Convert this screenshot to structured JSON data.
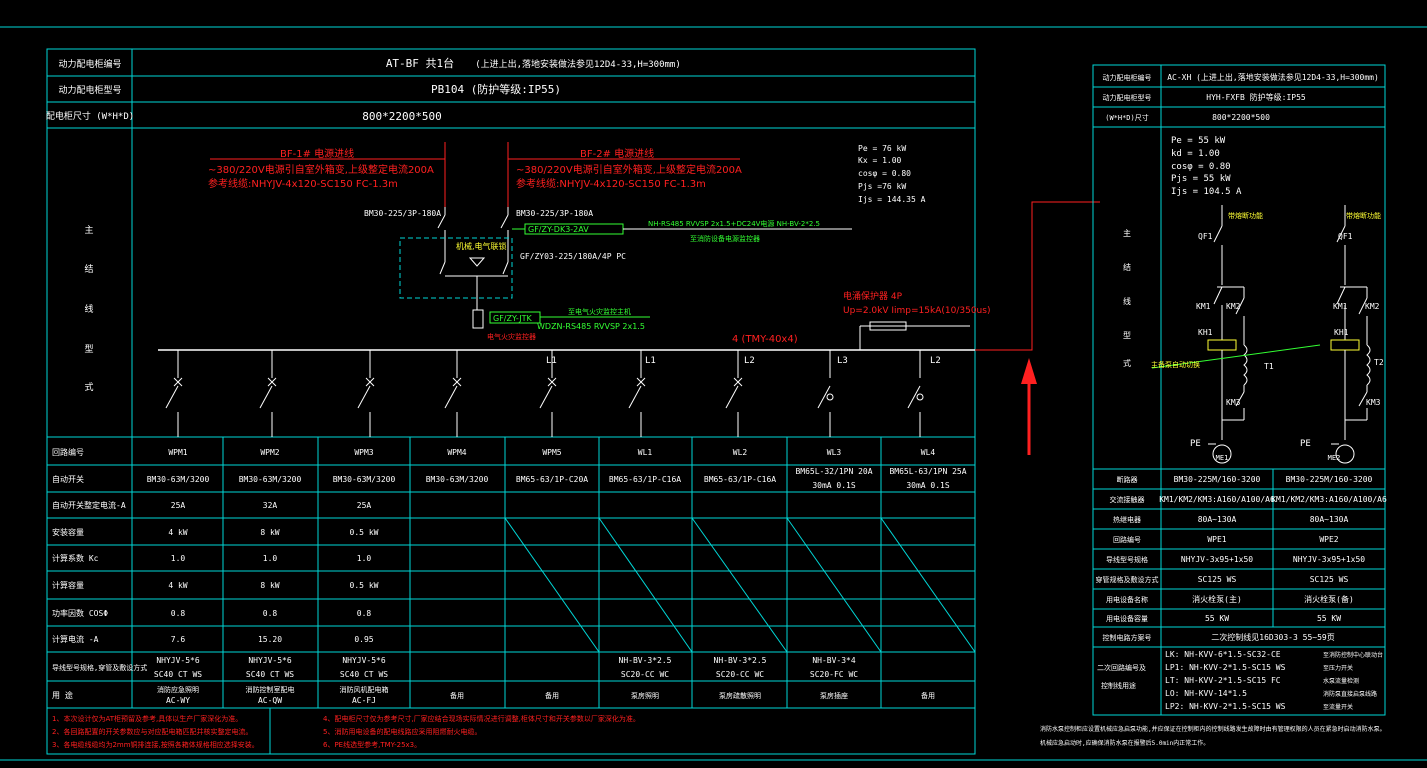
{
  "colors": {
    "background": "#000000",
    "line": "#00d6d6",
    "text": "#ffffff",
    "red": "#ff2020",
    "green": "#33ff33",
    "yellow": "#ffff33",
    "arrow": "#ff2020"
  },
  "left": {
    "header_rows": [
      {
        "label": "动力配电柜编号",
        "value": "AT-BF 共1台",
        "note": "(上进上出,落地安装做法参见12D4-33,H=300mm)"
      },
      {
        "label": "动力配电柜型号",
        "value": "PB104 (防护等级:IP55)"
      },
      {
        "label": "配电柜尺寸 (W*H*D)",
        "value": "800*2200*500"
      }
    ],
    "main_label": [
      "主",
      "结",
      "线",
      "型",
      "式"
    ],
    "feed1": {
      "title": "BF-1# 电源进线",
      "l1": "~380/220V电源引自室外箱变,上级整定电流200A",
      "l2": "参考线缆:NHYJV-4x120-SC150  FC-1.3m",
      "breaker": "BM30-225/3P-180A"
    },
    "feed2": {
      "title": "BF-2# 电源进线",
      "l1": "~380/220V电源引自室外箱变,上级整定电流200A",
      "l2": "参考线缆:NHYJV-4x120-SC150  FC-1.3m",
      "breaker": "BM30-225/3P-180A"
    },
    "ats": {
      "label": "机械,电气联锁",
      "model": "GF/ZY03-225/180A/4P  PC"
    },
    "monitor": {
      "model": "GF/ZY-DK3-2AV",
      "cable": "NH-RS485 RVVSP 2x1.5+DC24V电源 NH-BV-2*2.5",
      "note": "至消防设备电源监控器"
    },
    "jtk": {
      "model": "GF/ZY-JTK",
      "cable": "WDZN-RS485 RVVSP 2x1.5",
      "note": "至电气火灾监控主机",
      "note2": "电气火灾监控器"
    },
    "spd": {
      "title": "电涌保护器 4P",
      "spec": "Up=2.0kV Iimp=15kA(10/350us)"
    },
    "busbar": "4 (TMY-40x4)",
    "params": [
      "Pe = 76 kW",
      "Kx = 1.00",
      "cosφ = 0.80",
      "Pjs =76 kW",
      "Ijs = 144.35 A"
    ],
    "phases": [
      "L1",
      "L1",
      "L2",
      "L3",
      "L2"
    ],
    "row_labels": [
      "回路编号",
      "自动开关",
      "自动开关整定电流-A",
      "安装容量",
      "计算系数  Kc",
      "计算容量",
      "功率因数  COSΦ",
      "计算电流  -A",
      "导线型号规格,穿管及敷设方式",
      "用  途"
    ],
    "columns": [
      {
        "id": "WPM1",
        "breaker": "BM30-63M/3200",
        "current": "25A",
        "cap": "4 kW",
        "kc": "1.0",
        "pjs": "4 kW",
        "cos": "0.8",
        "ijs": "7.6",
        "cable1": "NHYJV-5*6",
        "cable2": "SC40  CT WS",
        "use1": "消防应急照明",
        "use2": "AC-WY"
      },
      {
        "id": "WPM2",
        "breaker": "BM30-63M/3200",
        "current": "32A",
        "cap": "8 kW",
        "kc": "1.0",
        "pjs": "8 kW",
        "cos": "0.8",
        "ijs": "15.20",
        "cable1": "NHYJV-5*6",
        "cable2": "SC40  CT WS",
        "use1": "消防控制室配电",
        "use2": "AC-QW"
      },
      {
        "id": "WPM3",
        "breaker": "BM30-63M/3200",
        "current": "25A",
        "cap": "0.5 kW",
        "kc": "1.0",
        "pjs": "0.5 kW",
        "cos": "0.8",
        "ijs": "0.95",
        "cable1": "NHYJV-5*6",
        "cable2": "SC40  CT WS",
        "use1": "消防风机配电箱",
        "use2": "AC-FJ"
      },
      {
        "id": "WPM4",
        "breaker": "BM30-63M/3200",
        "current": "",
        "cap": "",
        "kc": "",
        "pjs": "",
        "cos": "",
        "ijs": "",
        "cable1": "",
        "cable2": "",
        "use1": "备用",
        "use2": ""
      },
      {
        "id": "WPM5",
        "breaker": "BM65-63/1P-C20A",
        "current": "",
        "cap": "",
        "kc": "",
        "pjs": "",
        "cos": "",
        "ijs": "",
        "cable1": "",
        "cable2": "",
        "use1": "备用",
        "use2": ""
      },
      {
        "id": "WL1",
        "breaker": "BM65-63/1P-C16A",
        "current": "",
        "cap": "",
        "kc": "",
        "pjs": "",
        "cos": "",
        "ijs": "",
        "cable1": "NH-BV-3*2.5",
        "cable2": "SC20-CC WC",
        "use1": "泵房照明",
        "use2": ""
      },
      {
        "id": "WL2",
        "breaker": "BM65-63/1P-C16A",
        "current": "",
        "cap": "",
        "kc": "",
        "pjs": "",
        "cos": "",
        "ijs": "",
        "cable1": "NH-BV-3*2.5",
        "cable2": "SC20-CC WC",
        "use1": "泵房疏散照明",
        "use2": ""
      },
      {
        "id": "WL3",
        "breaker": "BM65L-32/1PN 20A",
        "breaker2": "30mA 0.1S",
        "current": "",
        "cap": "",
        "kc": "",
        "pjs": "",
        "cos": "",
        "ijs": "",
        "cable1": "NH-BV-3*4",
        "cable2": "SC20-FC WC",
        "use1": "泵房插座",
        "use2": ""
      },
      {
        "id": "WL4",
        "breaker": "BM65L-63/1PN 25A",
        "breaker2": "30mA 0.1S",
        "current": "",
        "cap": "",
        "kc": "",
        "pjs": "",
        "cos": "",
        "ijs": "",
        "cable1": "",
        "cable2": "",
        "use1": "备用",
        "use2": ""
      }
    ],
    "notes_col1": [
      "1、本次设计仅为AT柜预留及参考,具体以生产厂家深化为准。",
      "2、各回路配置的开关参数应与对应配电箱匹配并核实整定电流。",
      "3、各电缆线缆均为2mm铜排连接,按照各箱体规格相应选择安装。"
    ],
    "notes_col2": [
      "4、配电柜尺寸仅为参考尺寸,厂家应结合现场实际情况进行调整,柜体尺寸和开关参数以厂家深化为准。",
      "5、消防用电设备的配电线路应采用阻燃耐火电缆。",
      "6、PE线选型参考,TMY-25x3。"
    ]
  },
  "right": {
    "header_rows": [
      {
        "label": "动力配电柜编号",
        "value": "AC-XH (上进上出,落地安装做法参见12D4-33,H=300mm)"
      },
      {
        "label": "动力配电柜型号",
        "value": "HYH-FXFB    防护等级:IP55"
      },
      {
        "label": "(W*H*D)尺寸",
        "value": "800*2200*500"
      }
    ],
    "params": [
      "Pe = 55 kW",
      "kd = 1.00",
      "cosφ = 0.80",
      "Pjs = 55 kW",
      "Ijs = 104.5 A"
    ],
    "main_label": [
      "主",
      "结",
      "线",
      "型",
      "式"
    ],
    "left_branch": {
      "title": "带熔断功能",
      "qf": "QF1",
      "km1": "KM1",
      "km2": "KM2",
      "kh": "KH1",
      "t": "T1",
      "km3": "KM3",
      "pe": "PE",
      "motor": "ME1"
    },
    "right_branch": {
      "title": "带熔断功能",
      "qf": "QF1",
      "km1": "KM1",
      "km2": "KM2",
      "kh": "KH1",
      "t": "T2",
      "km3": "KM3",
      "pe": "PE",
      "motor": "ME2"
    },
    "interlock": "主备泵自动切换",
    "table": [
      {
        "label": "断路器",
        "a": "BM30-225M/160-3200",
        "b": "BM30-225M/160-3200"
      },
      {
        "label": "交流接触器",
        "a": "KM1/KM2/KM3:A160/A100/A6",
        "b": "KM1/KM2/KM3:A160/A100/A6"
      },
      {
        "label": "热继电器",
        "a": "80A~130A",
        "b": "80A~130A"
      },
      {
        "label": "回路编号",
        "a": "WPE1",
        "b": "WPE2"
      },
      {
        "label": "导线型号规格",
        "a": "NHYJV-3x95+1x50",
        "b": "NHYJV-3x95+1x50"
      },
      {
        "label": "穿管规格及敷设方式",
        "a": "SC125   WS",
        "b": "SC125   WS"
      },
      {
        "label": "用电设备名称",
        "a": "消火栓泵(主)",
        "b": "消火栓泵(备)"
      },
      {
        "label": "用电设备容量",
        "a": "55 KW",
        "b": "55 KW"
      },
      {
        "label": "控制电路方案号",
        "a": "二次控制线见16D303-3 55~59页"
      }
    ],
    "secondary_label": [
      "二次回路编号及",
      "控制线用途"
    ],
    "secondary_lines": [
      {
        "code": "LK:  NH-KVV-6*1.5-SC32-CE",
        "use": "至消防控制中心联动台"
      },
      {
        "code": "LP1: NH-KVV-2*1.5-SC15  WS",
        "use": "至压力开关"
      },
      {
        "code": "LT:  NH-KVV-2*1.5-SC15  FC",
        "use": "水泵流量检测"
      },
      {
        "code": "LO:  NH-KVV-14*1.5",
        "use": "消防泵直接启泵线路"
      },
      {
        "code": "LP2: NH-KVV-2*1.5-SC15  WS",
        "use": "至流量开关"
      }
    ],
    "footnote1": "消防水泵控制柜应设置机械应急启泵功能,并应保证在控制柜内的控制线路发生故障时由有管理权限的人员在紧急时启动消防水泵。",
    "footnote2": "机械应急启动时,应确保消防水泵在报警后5.0min内正常工作。"
  }
}
